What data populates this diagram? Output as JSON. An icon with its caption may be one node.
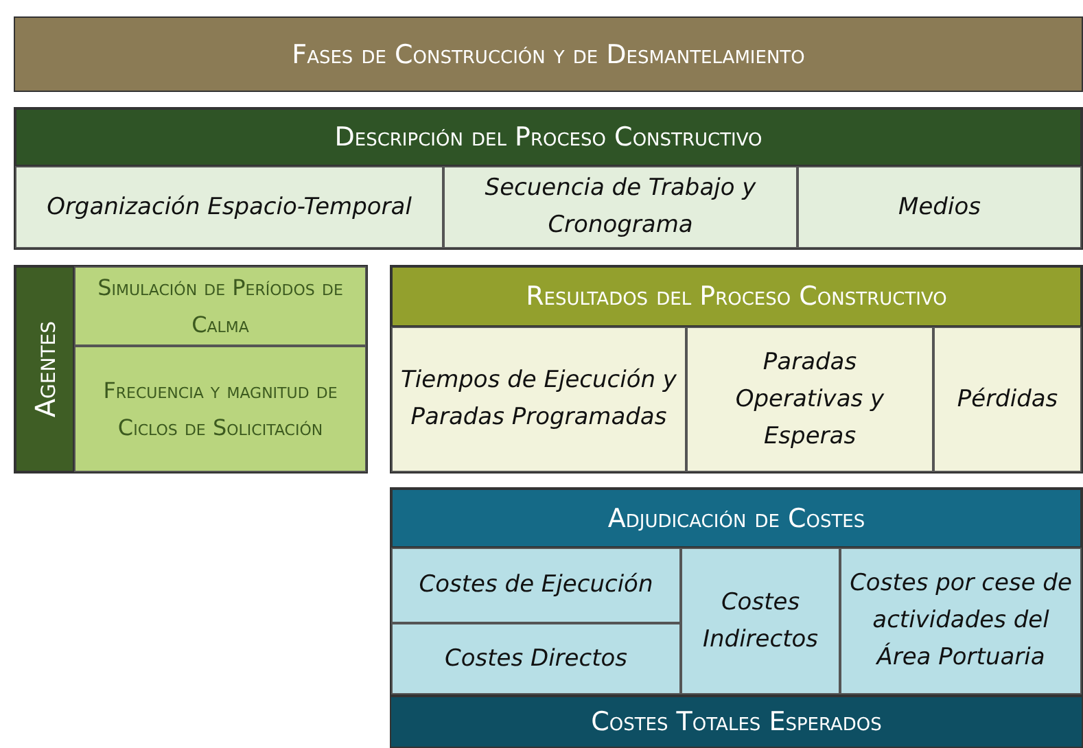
{
  "diagram": {
    "nodes": [
      {
        "text": [
          "Fases de Construcción y de Desmantelamiento"
        ]
      },
      {
        "text": [
          "Descripción del Proceso Constructivo"
        ]
      },
      {
        "text": [
          "Organización Espacio-Temporal"
        ],
        "in": 1
      },
      {
        "text": [
          "Secuencia de Trabajo y Cronograma"
        ],
        "in": 1
      },
      {
        "text": [
          "Medios"
        ],
        "in": 1
      },
      {
        "text": [
          "Agentes"
        ]
      },
      {
        "text": [
          "Simulación de Períodos de Calma"
        ],
        "in": 5
      },
      {
        "text": [
          "Frecuencia y magnitud de Ciclos de Solicitación"
        ],
        "in": 5
      },
      {
        "text": [
          "Resultados del Proceso Constructivo"
        ]
      },
      {
        "text": [
          "Tiempos de Ejecución y Paradas Programadas"
        ],
        "in": 8
      },
      {
        "text": [
          "Paradas Operativas y Esperas"
        ],
        "in": 8
      },
      {
        "text": [
          "Pérdidas"
        ],
        "in": 8
      },
      {
        "text": [
          "Adjudicación de Costes"
        ]
      },
      {
        "text": [
          "Costes de Ejecución"
        ],
        "in": 12
      },
      {
        "text": [
          "Costes Directos"
        ],
        "in": 12
      },
      {
        "text": [
          "Costes Indirectos"
        ],
        "in": 12
      },
      {
        "text": [
          "Costes por cese de actividades del Área Portuaria"
        ],
        "in": 12
      },
      {
        "text": [
          "Costes Totales Esperados"
        ]
      }
    ]
  }
}
